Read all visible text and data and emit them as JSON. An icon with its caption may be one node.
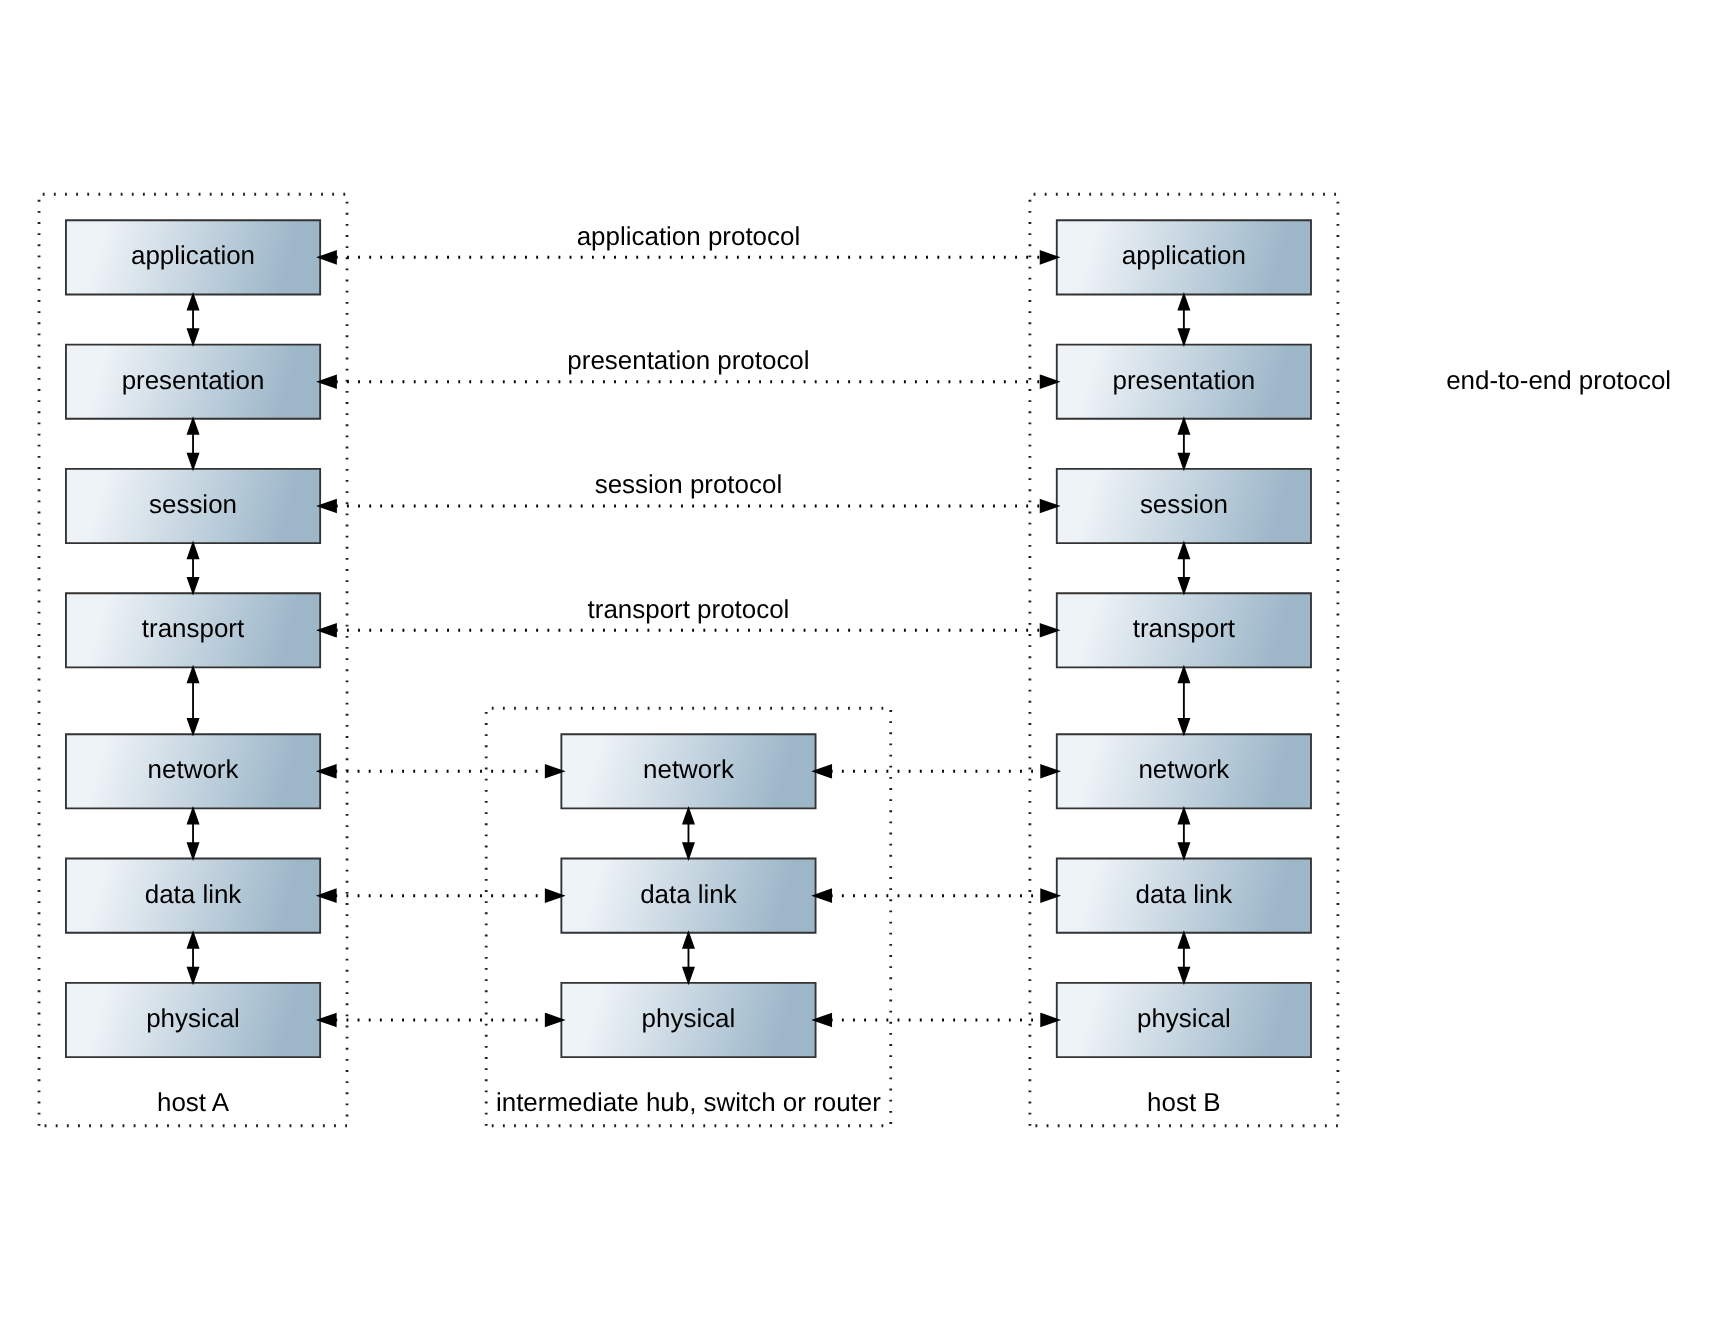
{
  "diagram": {
    "nodes": [
      {
        "text": [
          "host A"
        ]
      },
      {
        "text": [
          "application"
        ],
        "in": 0
      },
      {
        "text": [
          "presentation"
        ],
        "in": 0
      },
      {
        "text": [
          "session"
        ],
        "in": 0
      },
      {
        "text": [
          "transport"
        ],
        "in": 0
      },
      {
        "text": [
          "network"
        ],
        "in": 0
      },
      {
        "text": [
          "data link"
        ],
        "in": 0
      },
      {
        "text": [
          "physical"
        ],
        "in": 0
      },
      {
        "text": [
          "intermediate hub, switch or router"
        ]
      },
      {
        "text": [
          "network"
        ],
        "in": 8
      },
      {
        "text": [
          "data link"
        ],
        "in": 8
      },
      {
        "text": [
          "physical"
        ],
        "in": 8
      },
      {
        "text": [
          "host B"
        ]
      },
      {
        "text": [
          "application"
        ],
        "in": 12
      },
      {
        "text": [
          "presentation"
        ],
        "in": 12
      },
      {
        "text": [
          "session"
        ],
        "in": 12
      },
      {
        "text": [
          "transport"
        ],
        "in": 12
      },
      {
        "text": [
          "network"
        ],
        "in": 12
      },
      {
        "text": [
          "data link"
        ],
        "in": 12
      },
      {
        "text": [
          "physical"
        ],
        "in": 12
      }
    ],
    "edges": [
      {
        "from": 1,
        "to": 2,
        "arrow": "both"
      },
      {
        "from": 2,
        "to": 3,
        "arrow": "both"
      },
      {
        "from": 3,
        "to": 4,
        "arrow": "both"
      },
      {
        "from": 4,
        "to": 5,
        "arrow": "both"
      },
      {
        "from": 5,
        "to": 6,
        "arrow": "both"
      },
      {
        "from": 6,
        "to": 7,
        "arrow": "both"
      },
      {
        "from": 9,
        "to": 10,
        "arrow": "both"
      },
      {
        "from": 10,
        "to": 11,
        "arrow": "both"
      },
      {
        "from": 13,
        "to": 14,
        "arrow": "both"
      },
      {
        "from": 14,
        "to": 15,
        "arrow": "both"
      },
      {
        "from": 15,
        "to": 16,
        "arrow": "both"
      },
      {
        "from": 16,
        "to": 17,
        "arrow": "both"
      },
      {
        "from": 17,
        "to": 18,
        "arrow": "both"
      },
      {
        "from": 18,
        "to": 19,
        "arrow": "both"
      },
      {
        "from": 1,
        "to": 13,
        "arrow": "both",
        "style": "dashed",
        "label": "application protocol"
      },
      {
        "from": 2,
        "to": 14,
        "arrow": "both",
        "style": "dashed",
        "label": "presentation protocol"
      },
      {
        "from": 3,
        "to": 15,
        "arrow": "both",
        "style": "dashed",
        "label": "session protocol"
      },
      {
        "from": 4,
        "to": 16,
        "arrow": "both",
        "style": "dashed",
        "label": "transport protocol"
      },
      {
        "from": 5,
        "to": 9,
        "arrow": "both",
        "style": "dashed"
      },
      {
        "from": 9,
        "to": 17,
        "arrow": "both",
        "style": "dashed"
      },
      {
        "from": 6,
        "to": 10,
        "arrow": "both",
        "style": "dashed"
      },
      {
        "from": 10,
        "to": 18,
        "arrow": "both",
        "style": "dashed"
      },
      {
        "from": 7,
        "to": 11,
        "arrow": "both",
        "style": "dashed"
      },
      {
        "from": 11,
        "to": 19,
        "arrow": "both",
        "style": "dashed"
      }
    ],
    "labels": [
      "end-to-end protocol"
    ]
  }
}
